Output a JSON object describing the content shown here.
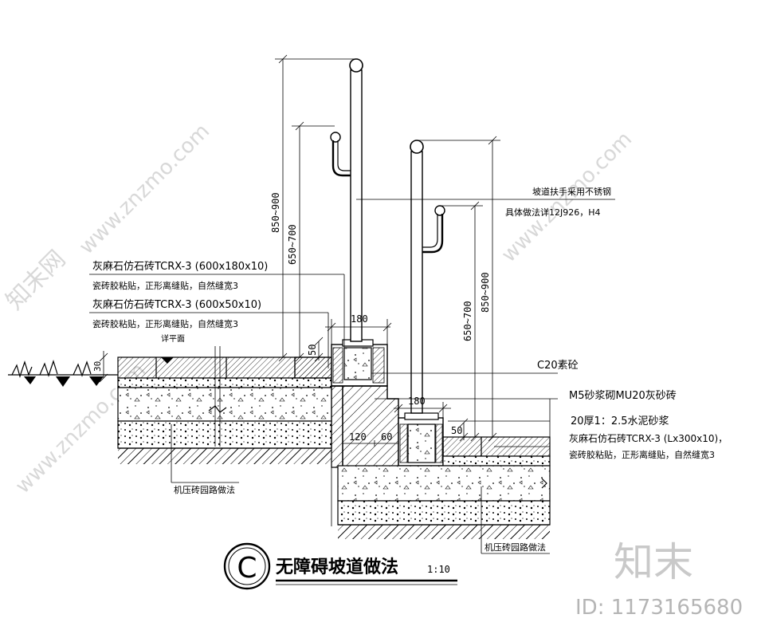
{
  "annotations": {
    "handrail_note_1": "坡道扶手采用不锈钢",
    "handrail_note_2": "具体做法详12J926，H4",
    "tile1_line1": "灰麻石仿石砖TCRX-3 (600x180x10)",
    "tile1_line2": "瓷砖胶粘贴，正形离缝贴，自然缝宽3",
    "tile2_line1": "灰麻石仿石砖TCRX-3 (600x50x10)",
    "tile2_line2": "瓷砖胶粘贴，正形离缝贴，自然缝宽3",
    "detail_plan": "详平面",
    "c20": "C20素砼",
    "m5": "M5砂浆砌MU20灰砂砖",
    "mortar": "20厚1：2.5水泥砂浆",
    "tile3_line1": "灰麻石仿石砖TCRX-3 (Lx300x10)，",
    "tile3_line2": "瓷砖胶粘贴，正形离缝贴，自然缝宽3",
    "paving_left": "机压砖园路做法",
    "paving_right": "机压砖园路做法"
  },
  "dimensions": {
    "h1_outer": "850~900",
    "h1_inner": "650~700",
    "h2_outer": "850~900",
    "h2_inner": "650~700",
    "w_180_a": "180",
    "w_180_b": "180",
    "d_50_a": "50",
    "d_50_b": "50",
    "d_120": "120",
    "d_60": "60",
    "d_30": "30"
  },
  "title": {
    "symbol": "C",
    "text": "无障碍坡道做法",
    "scale": "1:10"
  },
  "watermark": {
    "brand": "知末",
    "id_label": "ID: 1173165680",
    "site": "www.znzmo.com",
    "site_cn": "知末网"
  }
}
